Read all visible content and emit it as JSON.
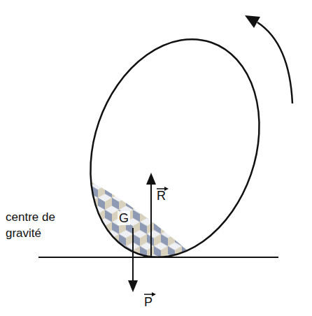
{
  "diagram": {
    "labels": [
      "centre de gravité",
      "G",
      "R",
      "P"
    ]
  }
}
